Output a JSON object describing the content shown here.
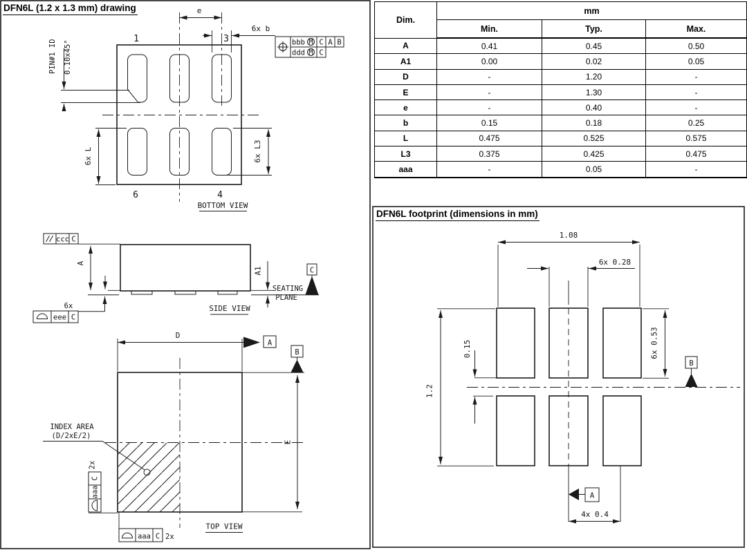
{
  "left_panel": {
    "title": "DFN6L (1.2 x 1.3 mm) drawing",
    "bottom_view": {
      "label": "BOTTOM VIEW",
      "pin1_id": "PIN#1 ID",
      "chamfer": "0.10x45°",
      "dim_e": "e",
      "dim_b": "6x b",
      "dim_l": "6x L",
      "dim_l3": "6x L3",
      "pins": {
        "p1": "1",
        "p3": "3",
        "p4": "4",
        "p6": "6"
      },
      "fcf": {
        "tol1": "bbb",
        "tol2": "ddd",
        "mod": "M",
        "ref_c": "C",
        "ref_a": "A",
        "ref_b": "B",
        "ref_c2": "C"
      }
    },
    "side_view": {
      "label": "SIDE VIEW",
      "dim_a": "A",
      "dim_a1": "A1",
      "seating_line1": "SEATING",
      "seating_line2": "PLANE",
      "datum_c": "C",
      "fcf_parallel": {
        "val": "ccc",
        "ref": "C"
      },
      "fcf_profile": {
        "count": "6x",
        "val": "eee",
        "ref": "C"
      }
    },
    "top_view": {
      "label": "TOP VIEW",
      "dim_d": "D",
      "dim_e": "E",
      "datum_a": "A",
      "datum_b": "B",
      "index_line1": "INDEX AREA",
      "index_line2": "(D/2xE/2)",
      "fcf_left": {
        "count": "2x",
        "val": "aaa",
        "ref": "C"
      },
      "fcf_bottom": {
        "count": "2x",
        "val": "aaa",
        "ref": "C"
      }
    }
  },
  "dim_table": {
    "header_dim": "Dim.",
    "header_unit": "mm",
    "cols": [
      "Min.",
      "Typ.",
      "Max."
    ],
    "rows": [
      {
        "dim": "A",
        "min": "0.41",
        "typ": "0.45",
        "max": "0.50"
      },
      {
        "dim": "A1",
        "min": "0.00",
        "typ": "0.02",
        "max": "0.05"
      },
      {
        "dim": "D",
        "min": "-",
        "typ": "1.20",
        "max": "-"
      },
      {
        "dim": "E",
        "min": "-",
        "typ": "1.30",
        "max": "-"
      },
      {
        "dim": "e",
        "min": "-",
        "typ": "0.40",
        "max": "-"
      },
      {
        "dim": "b",
        "min": "0.15",
        "typ": "0.18",
        "max": "0.25"
      },
      {
        "dim": "L",
        "min": "0.475",
        "typ": "0.525",
        "max": "0.575"
      },
      {
        "dim": "L3",
        "min": "0.375",
        "typ": "0.425",
        "max": "0.475"
      },
      {
        "dim": "aaa",
        "min": "-",
        "typ": "0.05",
        "max": "-"
      }
    ]
  },
  "footprint_panel": {
    "title": "DFN6L footprint (dimensions in mm)",
    "dim_width": "1.08",
    "dim_pad_w": "6x 0.28",
    "dim_gap": "0.15",
    "dim_height": "1.2",
    "dim_pad_h": "6x 0.53",
    "dim_pitch": "4x 0.4",
    "datum_a": "A",
    "datum_b": "B"
  }
}
